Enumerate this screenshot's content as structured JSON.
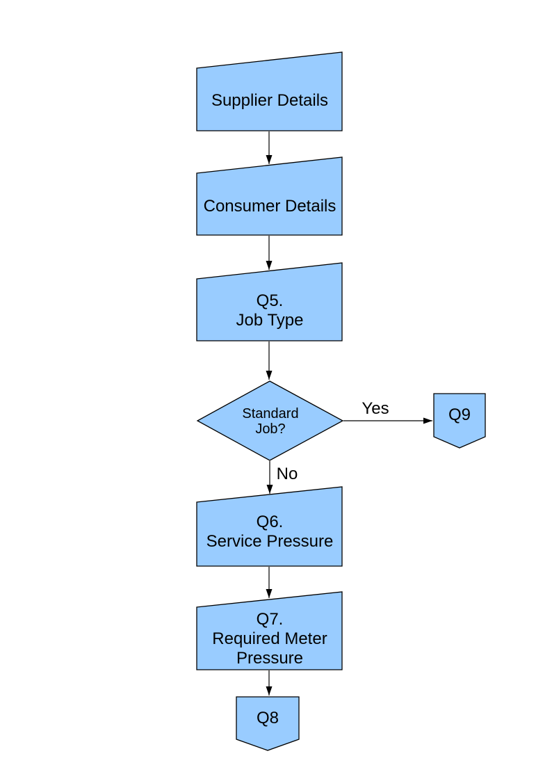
{
  "colors": {
    "node_fill": "#99CCFF",
    "node_stroke": "#000000",
    "edge": "#000000",
    "text": "#000000",
    "background": "#FFFFFF"
  },
  "nodes": {
    "supplier": {
      "label": "Supplier Details"
    },
    "consumer": {
      "label": "Consumer Details"
    },
    "q5": {
      "line1": "Q5.",
      "line2": "Job Type"
    },
    "decision": {
      "line1": "Standard",
      "line2": "Job?"
    },
    "q9": {
      "label": "Q9"
    },
    "q6": {
      "line1": "Q6.",
      "line2": "Service Pressure"
    },
    "q7": {
      "line1": "Q7.",
      "line2": "Required Meter",
      "line3": "Pressure"
    },
    "q8": {
      "label": "Q8"
    }
  },
  "edge_labels": {
    "yes": "Yes",
    "no": "No"
  }
}
